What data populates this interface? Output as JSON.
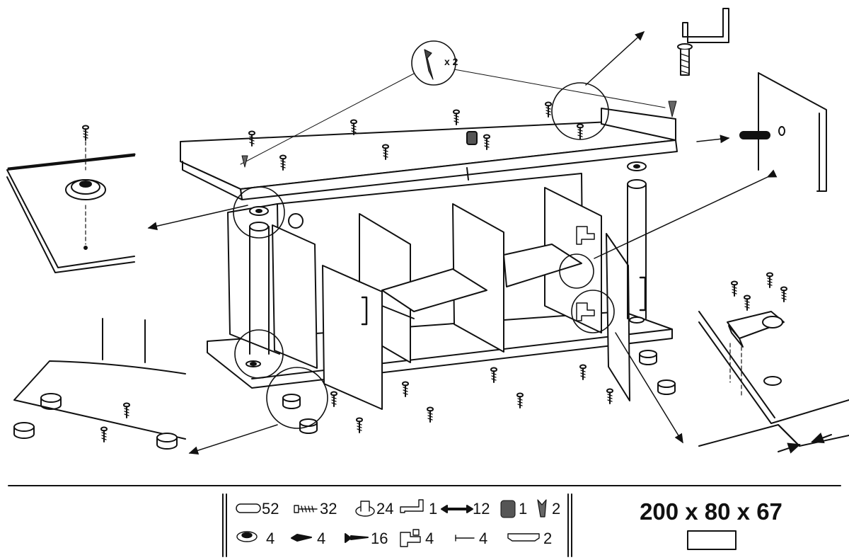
{
  "callout": {
    "multiplier": "x 2"
  },
  "dimensions": "200 x 80 x 67",
  "legend": {
    "row1": [
      {
        "icon": "dowel-icon",
        "count": "52"
      },
      {
        "icon": "screw-icon",
        "count": "32"
      },
      {
        "icon": "cam-lock-icon",
        "count": "24"
      },
      {
        "icon": "allen-key-icon",
        "count": "1"
      },
      {
        "icon": "pin-dowel-icon",
        "count": "12"
      },
      {
        "icon": "pad-icon",
        "count": "1"
      },
      {
        "icon": "bracket-icon",
        "count": "2"
      }
    ],
    "row2": [
      {
        "icon": "foot-glide-icon",
        "count": "4"
      },
      {
        "icon": "wood-screw-icon",
        "count": "4"
      },
      {
        "icon": "long-screw-icon",
        "count": "16"
      },
      {
        "icon": "hinge-icon",
        "count": "4"
      },
      {
        "icon": "nail-icon",
        "count": "4"
      },
      {
        "icon": "handle-icon",
        "count": "2"
      }
    ]
  }
}
